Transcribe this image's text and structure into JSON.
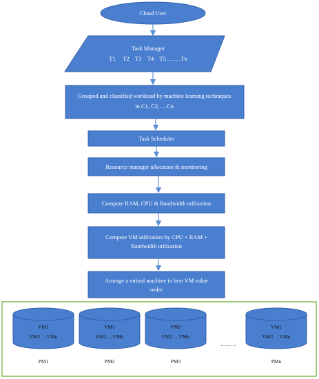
{
  "diagram": {
    "cloud_user": "Cloud User",
    "task_manager": {
      "title": "Task Manager",
      "tasks": "T1     T2    T3    T4    T5……..Tn"
    },
    "grouped": {
      "line1": "Grouped and classified workload by machine learning techniques",
      "line2": "in C1, C2,….Cn"
    },
    "task_scheduler": "Task Scheduler",
    "resource_manager": "Resource manager allocation & monitoring",
    "compute_ram": "Compute RAM, CPU & Bandwidth utilization",
    "compute_vm": {
      "line1": "Compute VM utilization by CPU + RAM +",
      "line2": "Bandwidth utilization"
    },
    "arrange": {
      "line1": "Arrange a virtual machine in best VM value",
      "line2": "order"
    },
    "ellipsis_dots": "………",
    "machines": [
      {
        "vm_top": "VM1",
        "vm_range": "VM2….VMn",
        "pm": "PM1"
      },
      {
        "vm_top": "VM1",
        "vm_range": "VM2….VMn",
        "pm": "PM2"
      },
      {
        "vm_top": "VM1",
        "vm_range": "VM2….VMn",
        "pm": "PM3"
      },
      {
        "vm_top": "VM1",
        "vm_range": "VM2….VMn",
        "pm": "PMn"
      }
    ]
  },
  "colors": {
    "node_fill": "#4a7fd0",
    "node_stroke": "#2f5ea8",
    "arrow": "#5b8fd6",
    "container_border": "#6fb03a"
  }
}
